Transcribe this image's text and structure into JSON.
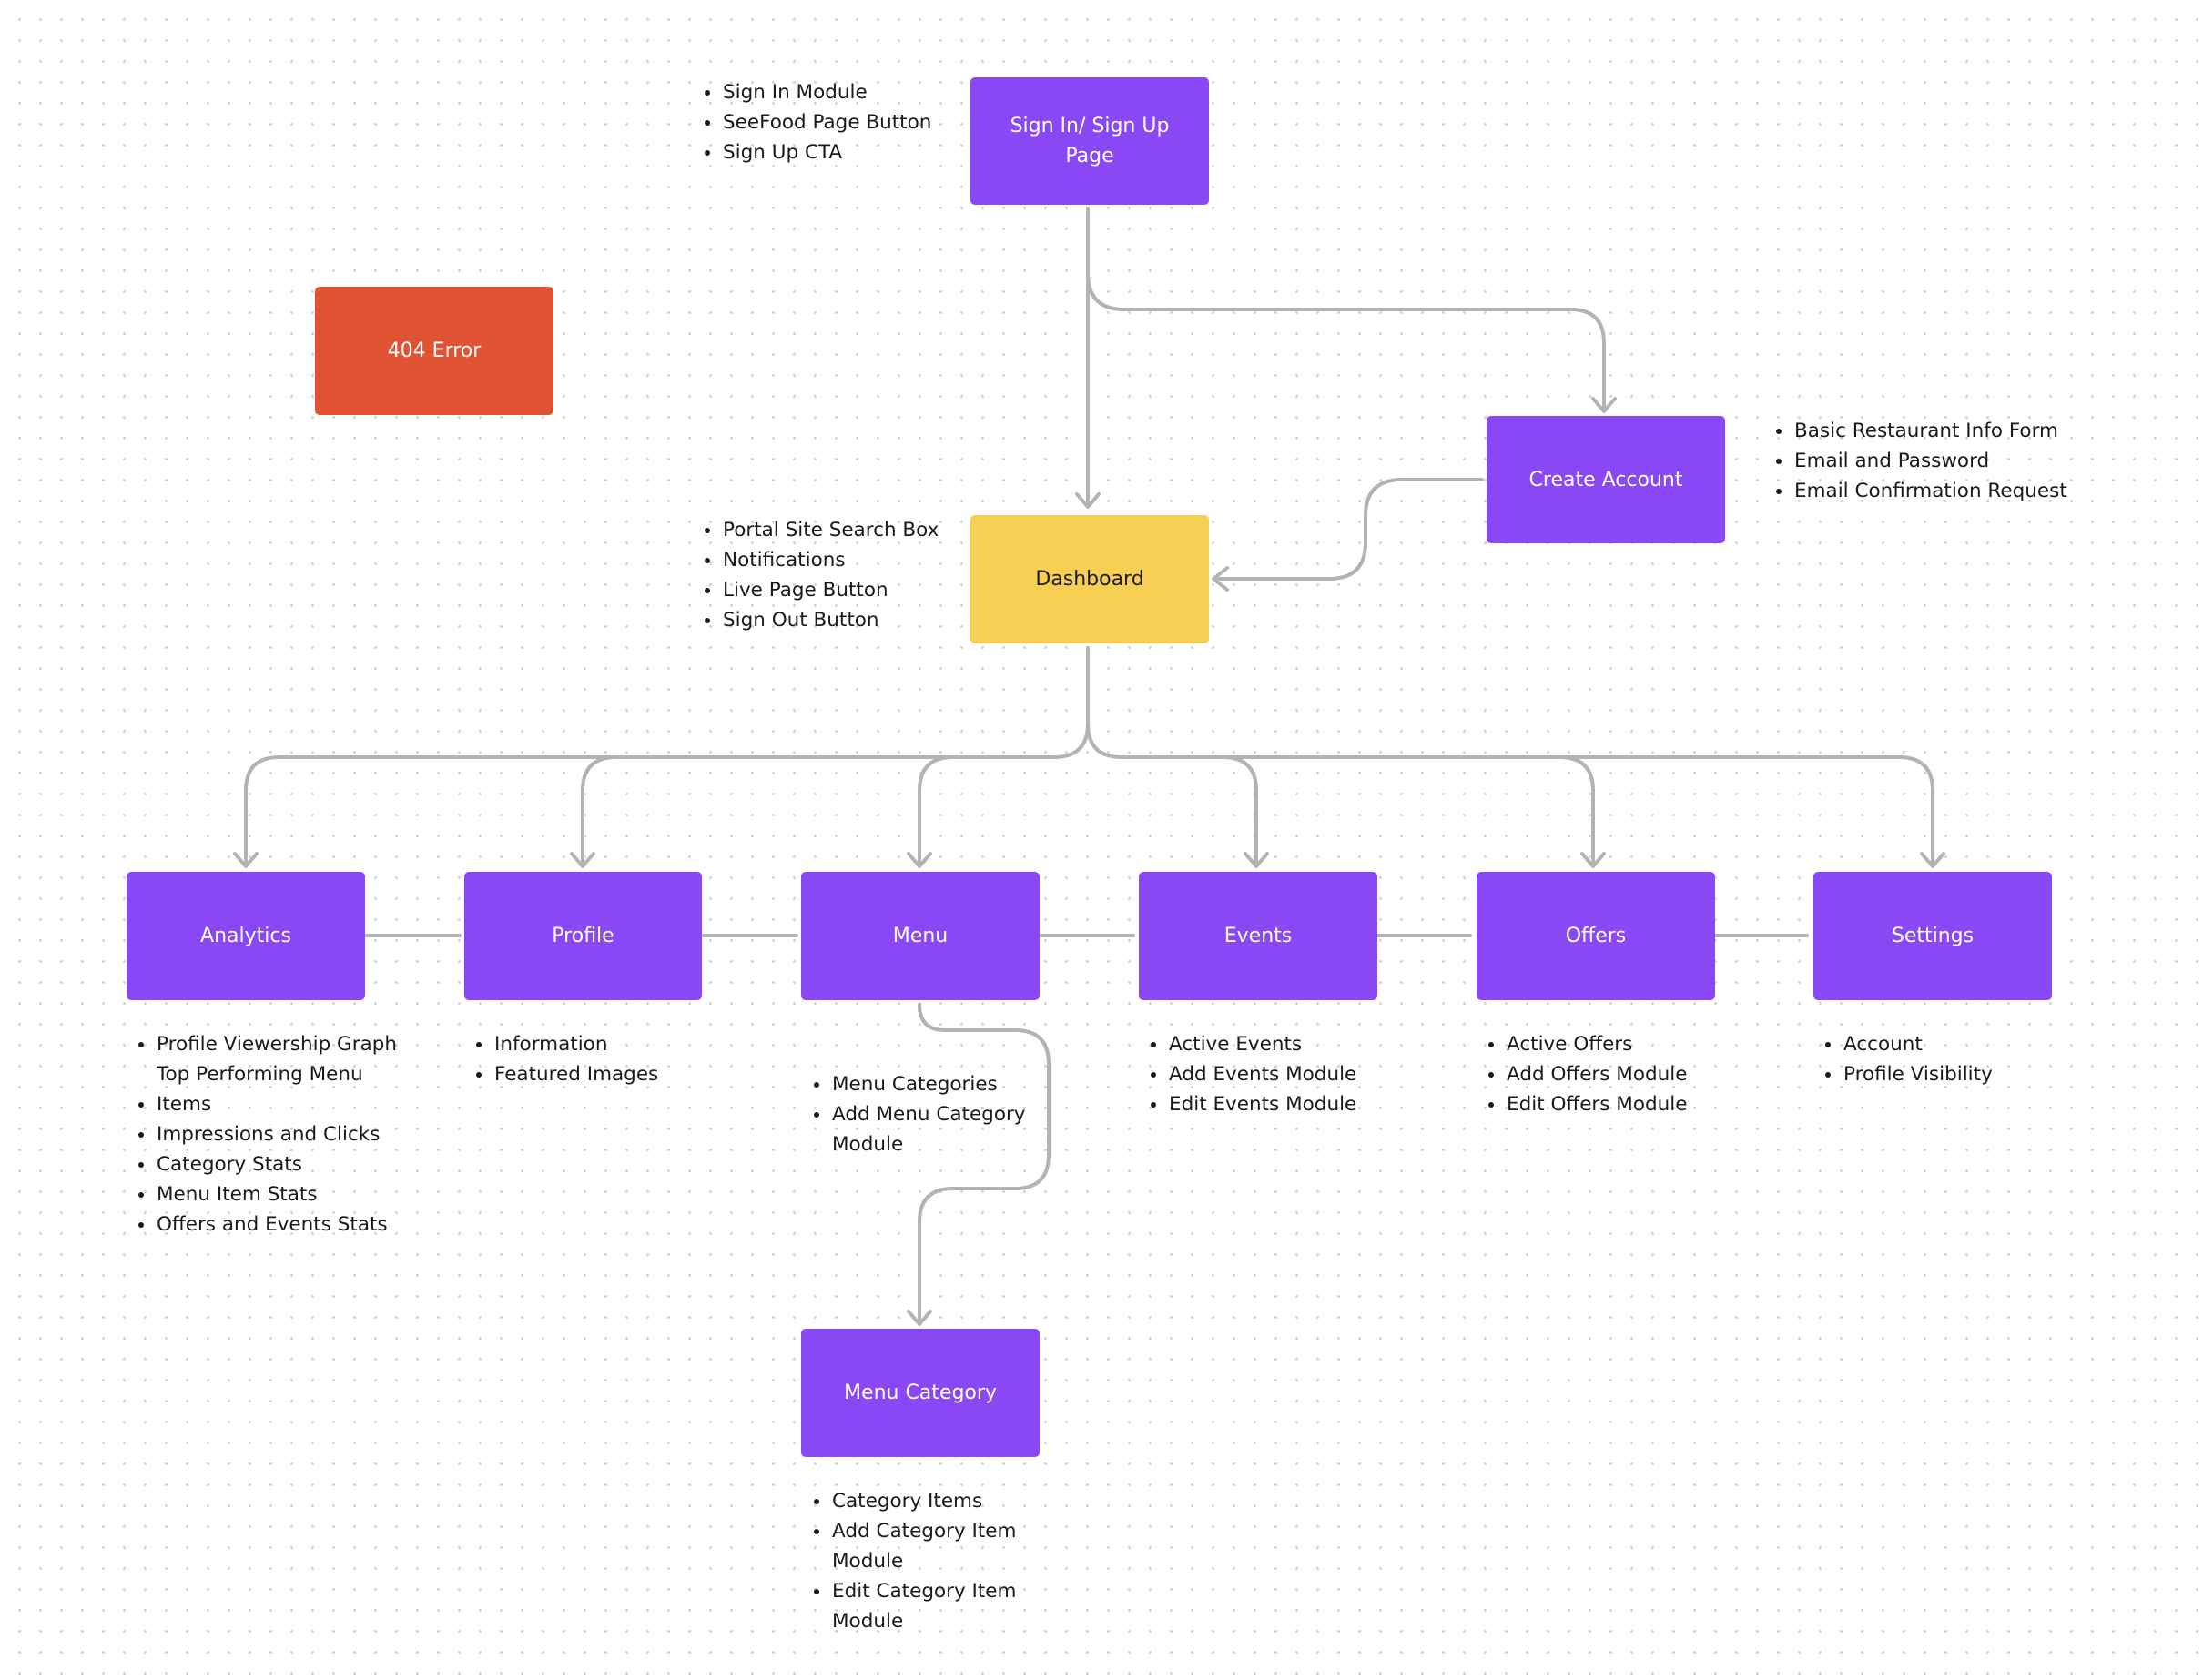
{
  "nodes": {
    "signin": "Sign In/ Sign Up Page",
    "error404": "404 Error",
    "create_account": "Create Account",
    "dashboard": "Dashboard",
    "analytics": "Analytics",
    "profile": "Profile",
    "menu": "Menu",
    "events": "Events",
    "offers": "Offers",
    "settings": "Settings",
    "menu_category": "Menu Category"
  },
  "notes": {
    "signin": [
      "Sign In Module",
      "SeeFood Page Button",
      "Sign Up CTA"
    ],
    "create_account": [
      "Basic Restaurant Info Form",
      "Email and Password",
      "Email Confirmation Request"
    ],
    "dashboard": [
      "Portal Site Search Box",
      "Notifications",
      "Live Page Button",
      "Sign Out Button"
    ],
    "analytics": [
      "Profile Viewership Graph",
      "Top Performing Menu Items",
      "Impressions and Clicks",
      "Category Stats",
      "Menu Item Stats",
      "Offers and Events Stats"
    ],
    "profile": [
      "Information",
      "Featured Images"
    ],
    "menu": [
      "Menu Categories",
      "Add Menu Category Module"
    ],
    "events": [
      "Active Events",
      "Add Events Module",
      "Edit Events Module"
    ],
    "offers": [
      "Active Offers",
      "Add Offers Module",
      "Edit Offers Module"
    ],
    "settings": [
      "Account",
      "Profile Visibility"
    ],
    "menu_category": [
      "Category Items",
      "Add Category Item Module",
      "Edit Category Item Module"
    ]
  },
  "colors": {
    "page_node": "#8a48f4",
    "error_node": "#e05332",
    "dashboard_node": "#f7cf52",
    "connector": "#b3b3b3"
  }
}
